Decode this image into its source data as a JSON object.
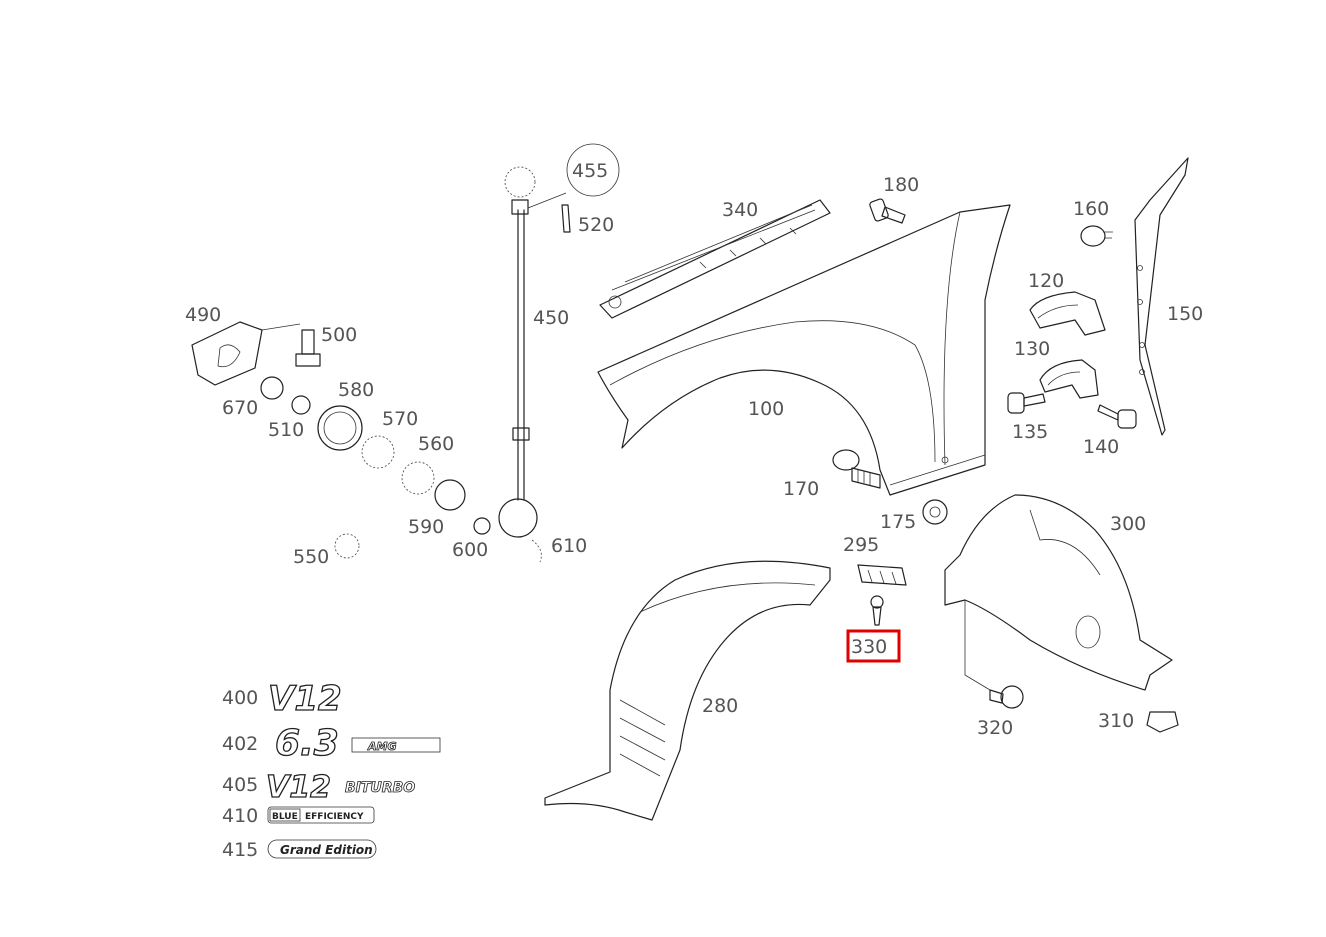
{
  "labels": {
    "p100": "100",
    "p120": "120",
    "p130": "130",
    "p135": "135",
    "p140": "140",
    "p150": "150",
    "p160": "160",
    "p170": "170",
    "p175": "175",
    "p180": "180",
    "p280": "280",
    "p295": "295",
    "p300": "300",
    "p310": "310",
    "p320": "320",
    "p330": "330",
    "p340": "340",
    "p400": "400",
    "p402": "402",
    "p405": "405",
    "p410": "410",
    "p415": "415",
    "p450": "450",
    "p455": "455",
    "p490": "490",
    "p500": "500",
    "p510": "510",
    "p520": "520",
    "p550": "550",
    "p560": "560",
    "p570": "570",
    "p580": "580",
    "p590": "590",
    "p600": "600",
    "p610": "610",
    "p670": "670"
  },
  "emblems": {
    "v12": "V12",
    "amg_63": "6.3",
    "amg": "AMG",
    "v12_biturbo_main": "V12",
    "v12_biturbo_sub": "BITURBO",
    "blue": "BLUE",
    "efficiency": "EFFICIENCY",
    "grand_edition": "Grand Edition"
  },
  "highlight": {
    "part": "330",
    "color": "#e00000"
  }
}
